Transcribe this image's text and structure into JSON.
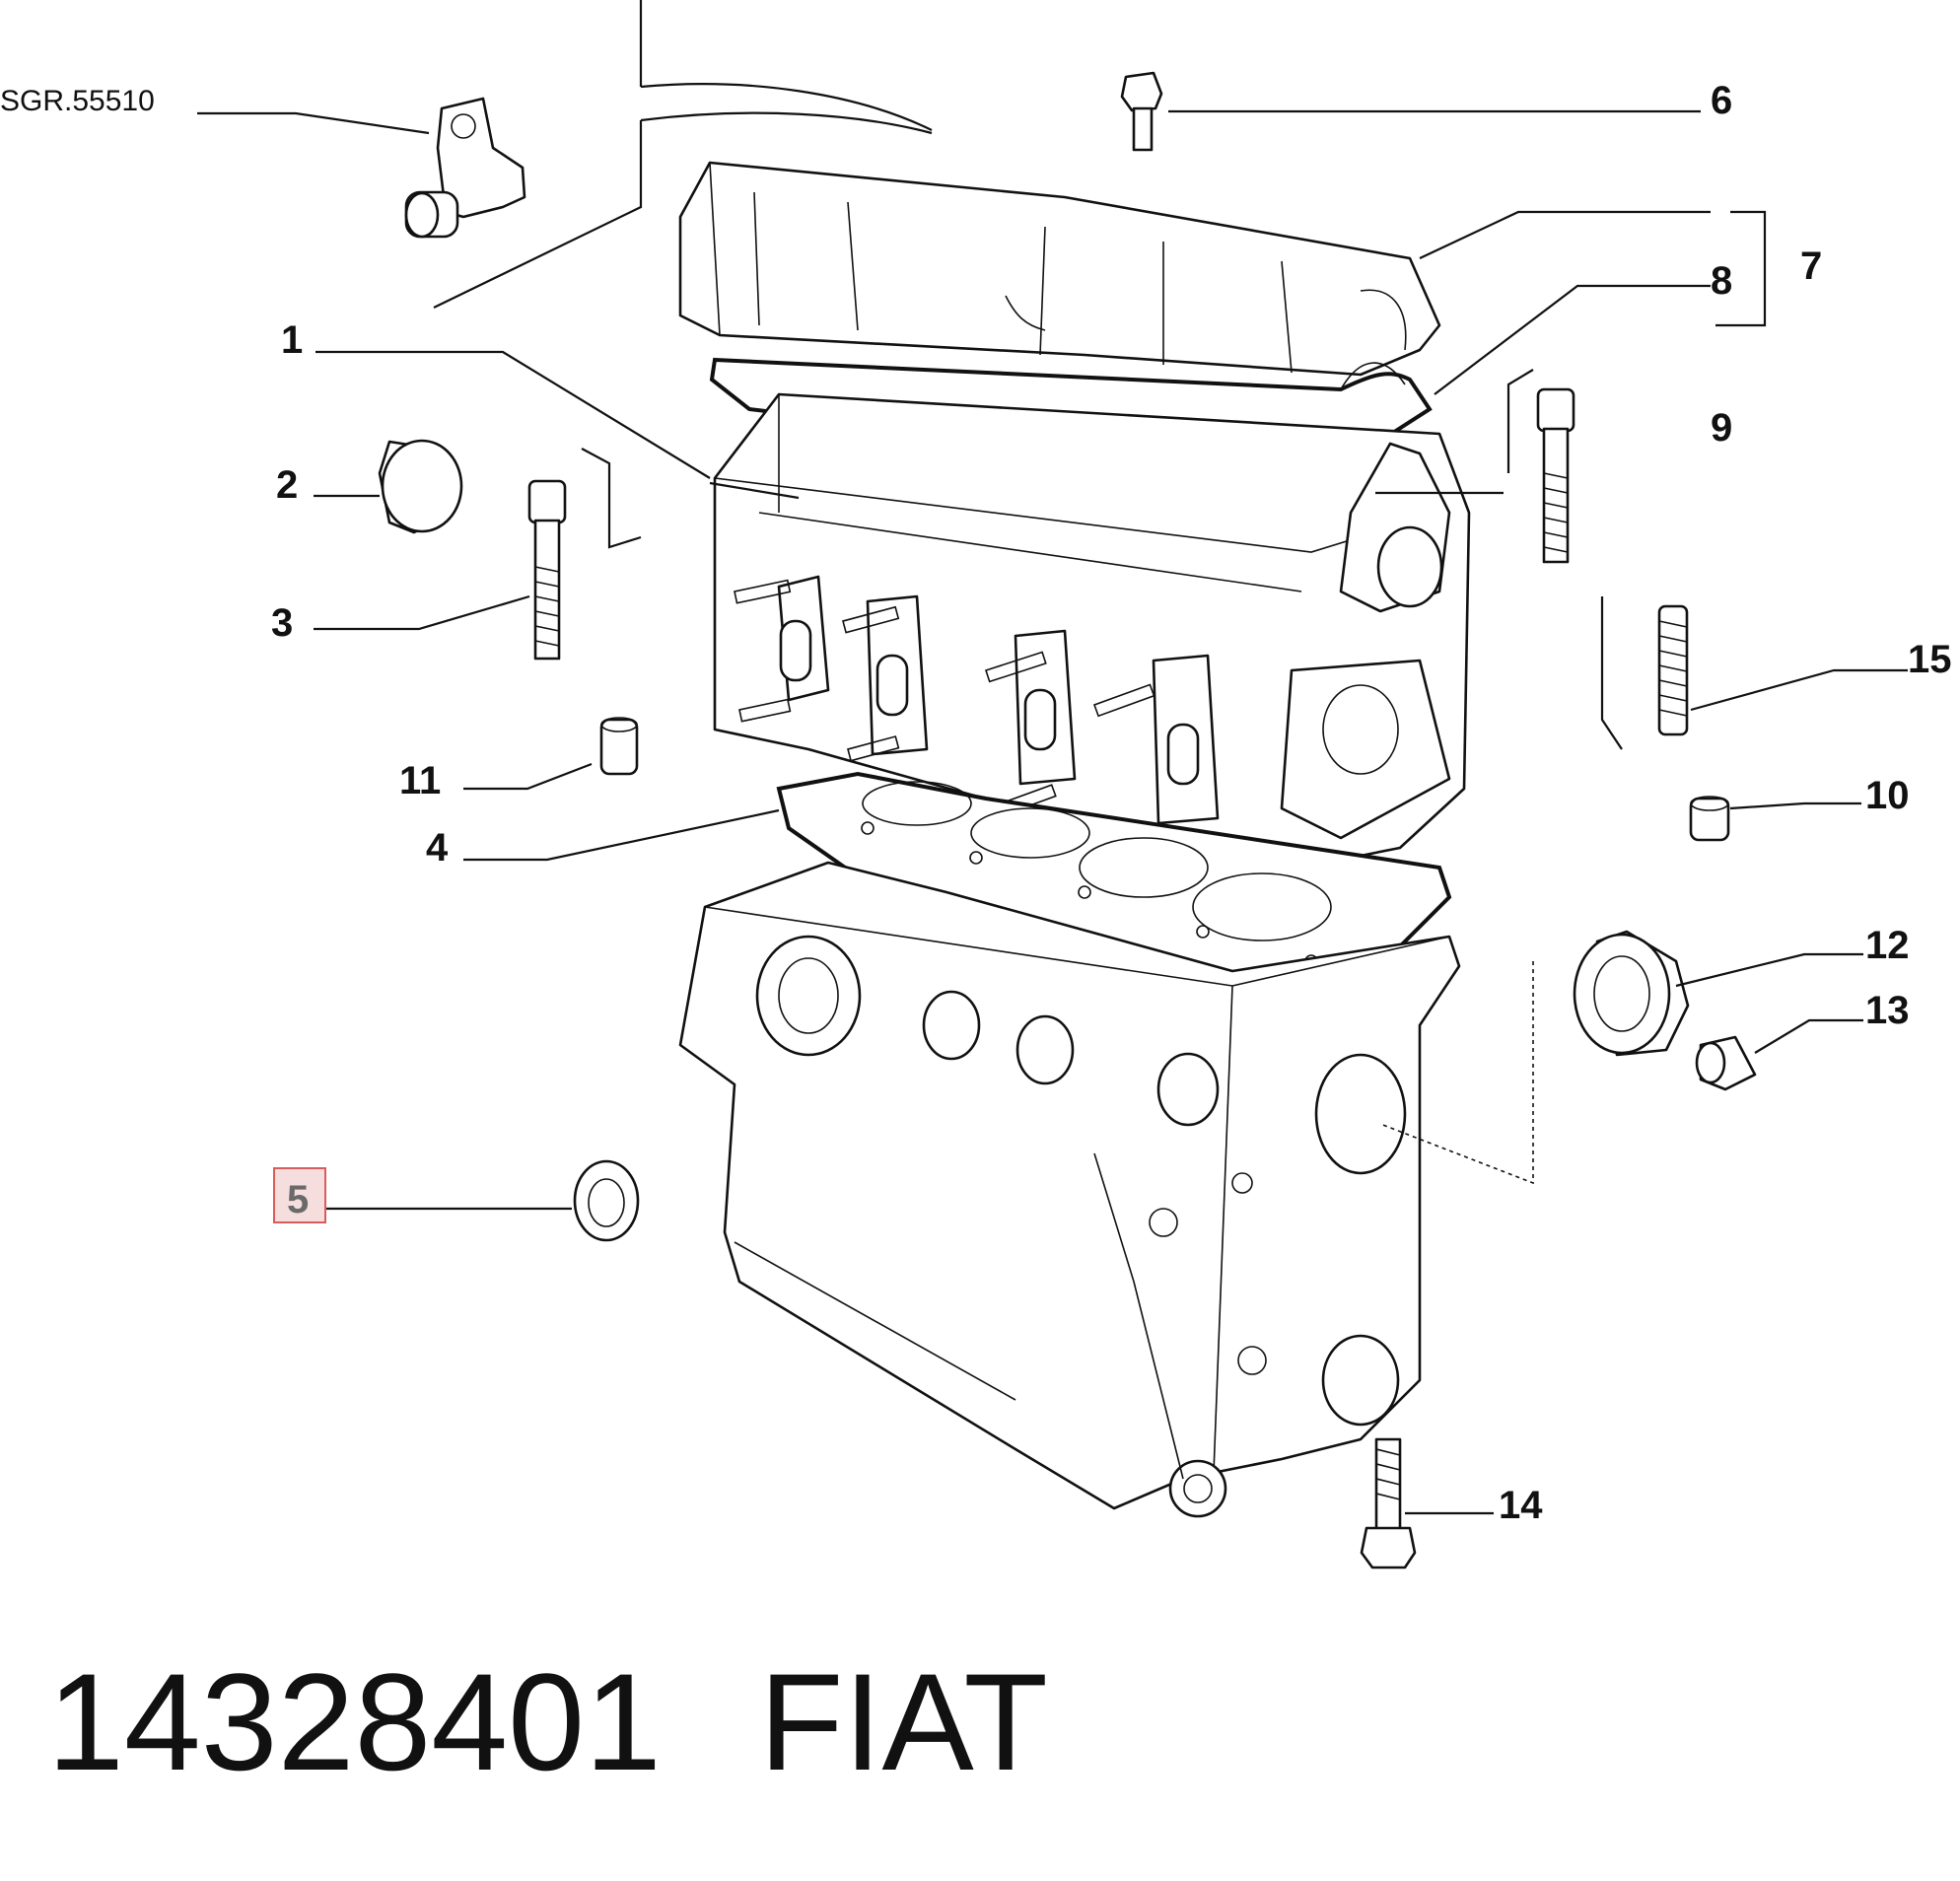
{
  "reference_label": "SGR.55510",
  "highlighted_callout": "5",
  "callouts": {
    "c1": "1",
    "c2": "2",
    "c3": "3",
    "c4": "4",
    "c5": "5",
    "c6": "6",
    "c7": "7",
    "c8": "8",
    "c9": "9",
    "c10": "10",
    "c11": "11",
    "c12": "12",
    "c13": "13",
    "c14": "14",
    "c15": "15"
  },
  "footer": {
    "part_number": "14328401",
    "brand": "FIAT"
  },
  "colors": {
    "highlight_border": "#d75c5c",
    "highlight_fill": "#f6dede",
    "line": "#111111"
  },
  "icons": [
    "bolt-icon",
    "cup-plug-icon",
    "dowel-icon",
    "seal-ring-icon",
    "sensor-icon",
    "stud-icon"
  ]
}
